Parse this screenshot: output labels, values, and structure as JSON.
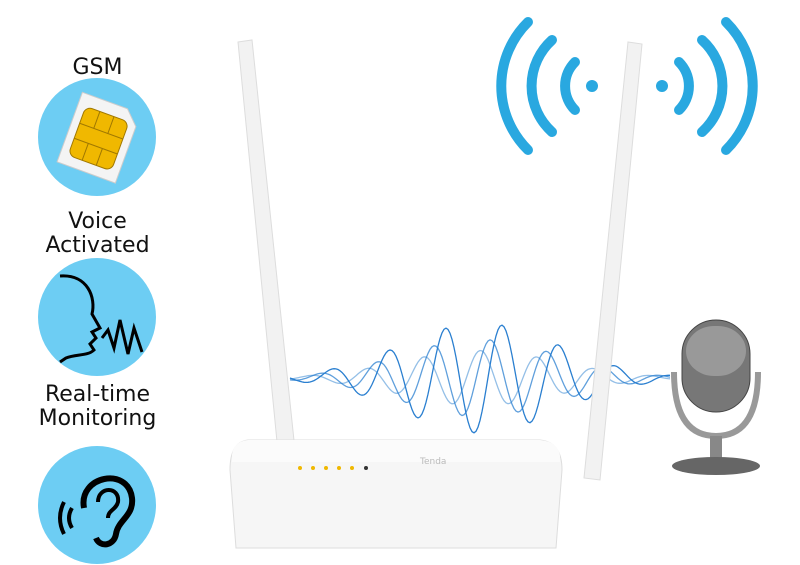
{
  "features": [
    {
      "lines": [
        "GSM"
      ],
      "icon": "sim-card-icon"
    },
    {
      "lines": [
        "Voice",
        "Activated"
      ],
      "icon": "speaking-head-icon"
    },
    {
      "lines": [
        "Real-time",
        "Monitoring"
      ],
      "icon": "ear-listening-icon"
    }
  ],
  "router": {
    "brand": "Tenda"
  },
  "colors": {
    "circle": "#6dcdf3",
    "wifi": "#29a8e0",
    "chip": "#f0b800",
    "wave": "#2a7fd0"
  }
}
